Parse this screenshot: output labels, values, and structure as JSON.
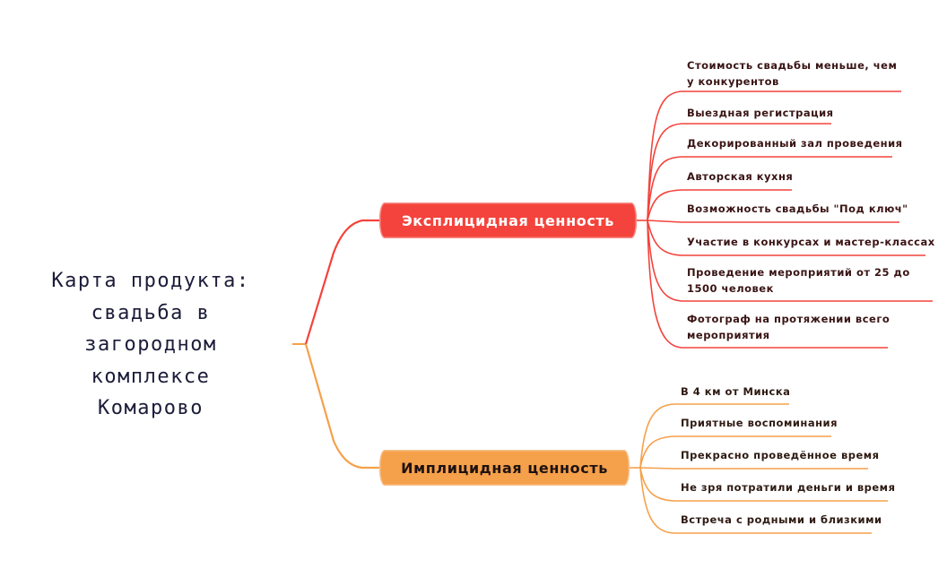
{
  "root": {
    "lines": [
      "Карта продукта:",
      "свадьба в",
      "загородном",
      "комплексе",
      "Комарово"
    ]
  },
  "colors": {
    "explicit": "#f4433c",
    "implicit": "#f5a04a",
    "root_text": "#1c1c3a"
  },
  "branches": {
    "explicit": {
      "label": "Эксплицидная ценность",
      "items": [
        {
          "label": "Стоимость свадьбы меньше, чем у конкурентов"
        },
        {
          "label": "Выездная регистрация"
        },
        {
          "label": "Декорированный зал проведения"
        },
        {
          "label": "Авторская кухня"
        },
        {
          "label": "Возможность свадьбы \"Под ключ\""
        },
        {
          "label": "Участие в конкурсах и мастер-классах"
        },
        {
          "label": "Проведение мероприятий от 25 до 1500 человек"
        },
        {
          "label": "Фотограф на протяжении всего мероприятия"
        }
      ]
    },
    "implicit": {
      "label": "Имплицидная ценность",
      "items": [
        {
          "label": "В 4 км от Минска"
        },
        {
          "label": "Приятные воспоминания"
        },
        {
          "label": "Прекрасно проведённое время"
        },
        {
          "label": "Не зря потратили деньги и время"
        },
        {
          "label": "Встреча с родными и близкими"
        }
      ]
    }
  }
}
